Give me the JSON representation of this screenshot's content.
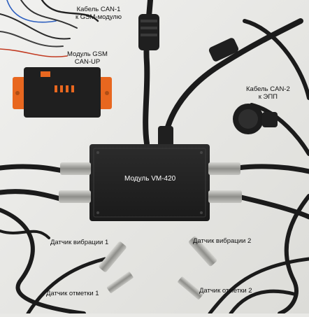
{
  "labels": {
    "can1_line1": "Кабель CAN-1",
    "can1_line2": "к GSM-модулю",
    "gsm_line1": "Модуль GSM",
    "gsm_line2": "CAN-UP",
    "can2_line1": "Кабель CAN-2",
    "can2_line2": "к ЭПП",
    "vm420": "Модуль VM-420",
    "vib1": "Датчик вибрации 1",
    "vib2": "Датчик вибрации 2",
    "mark1": "Датчик отметки 1",
    "mark2": "Датчик отметки 2"
  },
  "colors": {
    "background": "#e9e9e6",
    "cable": "#1b1b1b",
    "module_body": "#232323",
    "gsm_housing": "#e8671f",
    "gsm_module": "#1f1f1f",
    "sensor_metal": "#a9a9a4"
  }
}
